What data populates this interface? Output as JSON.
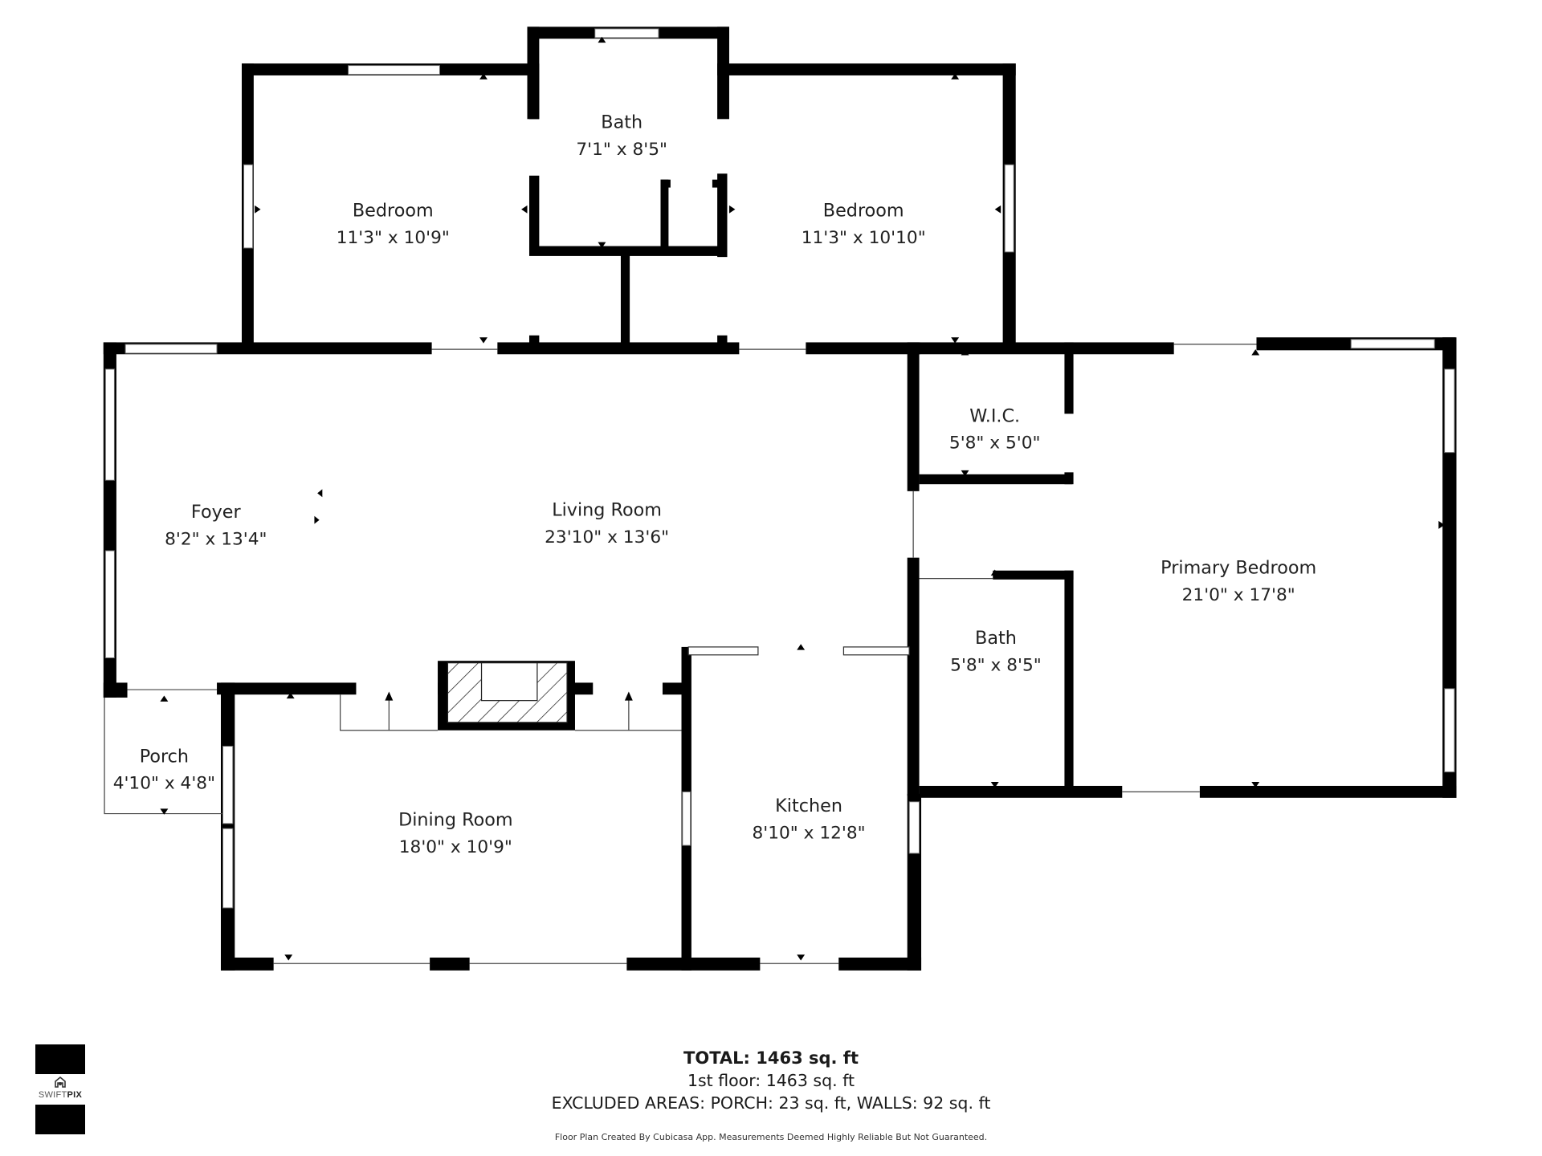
{
  "rooms": [
    {
      "id": "bedroom-left",
      "name": "Bedroom",
      "dims": "11'3\" x 10'9\""
    },
    {
      "id": "bath-top",
      "name": "Bath",
      "dims": "7'1\" x 8'5\""
    },
    {
      "id": "bedroom-right",
      "name": "Bedroom",
      "dims": "11'3\" x 10'10\""
    },
    {
      "id": "foyer",
      "name": "Foyer",
      "dims": "8'2\" x 13'4\""
    },
    {
      "id": "living-room",
      "name": "Living Room",
      "dims": "23'10\" x 13'6\""
    },
    {
      "id": "wic",
      "name": "W.I.C.",
      "dims": "5'8\" x 5'0\""
    },
    {
      "id": "primary-bedroom",
      "name": "Primary Bedroom",
      "dims": "21'0\" x 17'8\""
    },
    {
      "id": "bath-primary",
      "name": "Bath",
      "dims": "5'8\" x 8'5\""
    },
    {
      "id": "porch",
      "name": "Porch",
      "dims": "4'10\" x 4'8\""
    },
    {
      "id": "dining-room",
      "name": "Dining Room",
      "dims": "18'0\" x 10'9\""
    },
    {
      "id": "kitchen",
      "name": "Kitchen",
      "dims": "8'10\" x 12'8\""
    }
  ],
  "totals": {
    "total": "TOTAL: 1463 sq. ft",
    "floor": "1st floor: 1463 sq. ft",
    "excluded": "EXCLUDED AREAS: PORCH: 23 sq. ft, WALLS: 92 sq. ft",
    "footer": "Floor Plan Created By Cubicasa App. Measurements Deemed Highly Reliable But Not Guaranteed."
  },
  "logo": {
    "brand_light": "SWIFT",
    "brand_bold": "PIX",
    "icon": "house-camera-icon"
  },
  "colors": {
    "wall": "#000000",
    "background": "#ffffff",
    "text": "#222222"
  }
}
